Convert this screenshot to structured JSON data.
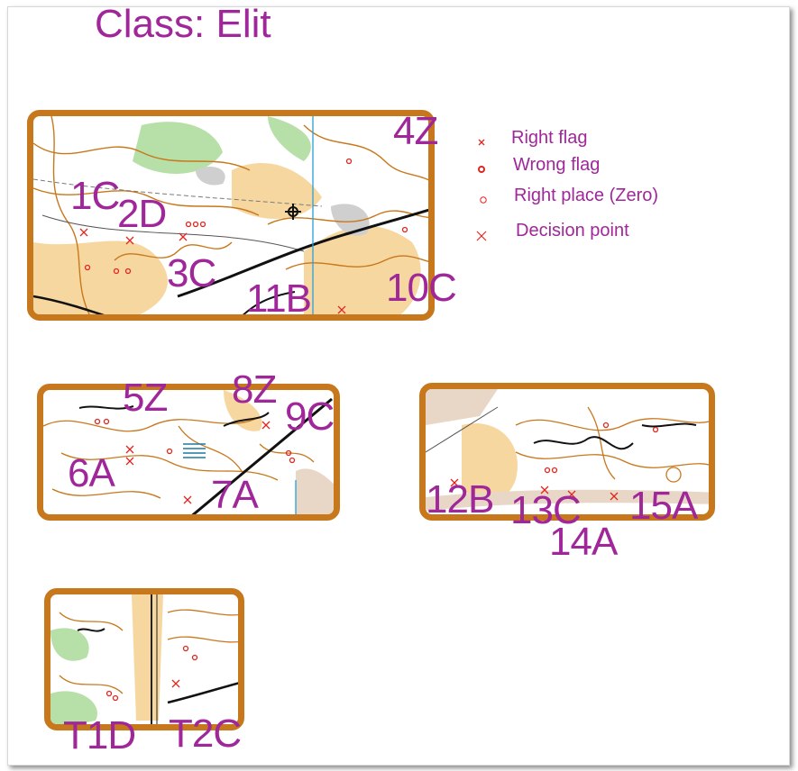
{
  "title": "Class: Elit",
  "legend": [
    {
      "symbol": "right-flag-icon",
      "label": "Right flag"
    },
    {
      "symbol": "wrong-flag-icon",
      "label": "Wrong flag"
    },
    {
      "symbol": "right-place-icon",
      "label": "Right place (Zero)"
    },
    {
      "symbol": "decision-point-icon",
      "label": "Decision point"
    }
  ],
  "map_sections": [
    {
      "name": "map-section-1",
      "labels": [
        "1C",
        "2D",
        "3C",
        "4Z",
        "11B",
        "10C"
      ]
    },
    {
      "name": "map-section-2",
      "labels": [
        "5Z",
        "8Z",
        "9C",
        "6A",
        "7A"
      ]
    },
    {
      "name": "map-section-3",
      "labels": [
        "12B",
        "13C",
        "15A",
        "14A"
      ]
    },
    {
      "name": "map-section-4",
      "labels": [
        "T1D",
        "T2C"
      ]
    }
  ],
  "colors": {
    "accent": "#a0279a",
    "frame_border": "#c8781c",
    "contour": "#c8781c",
    "open_land": "#f7d7a0",
    "vegetation": "#b7dfa8",
    "rock": "#cfcfcf",
    "water": "#2a9fd6",
    "flag_red": "#e0261f"
  }
}
